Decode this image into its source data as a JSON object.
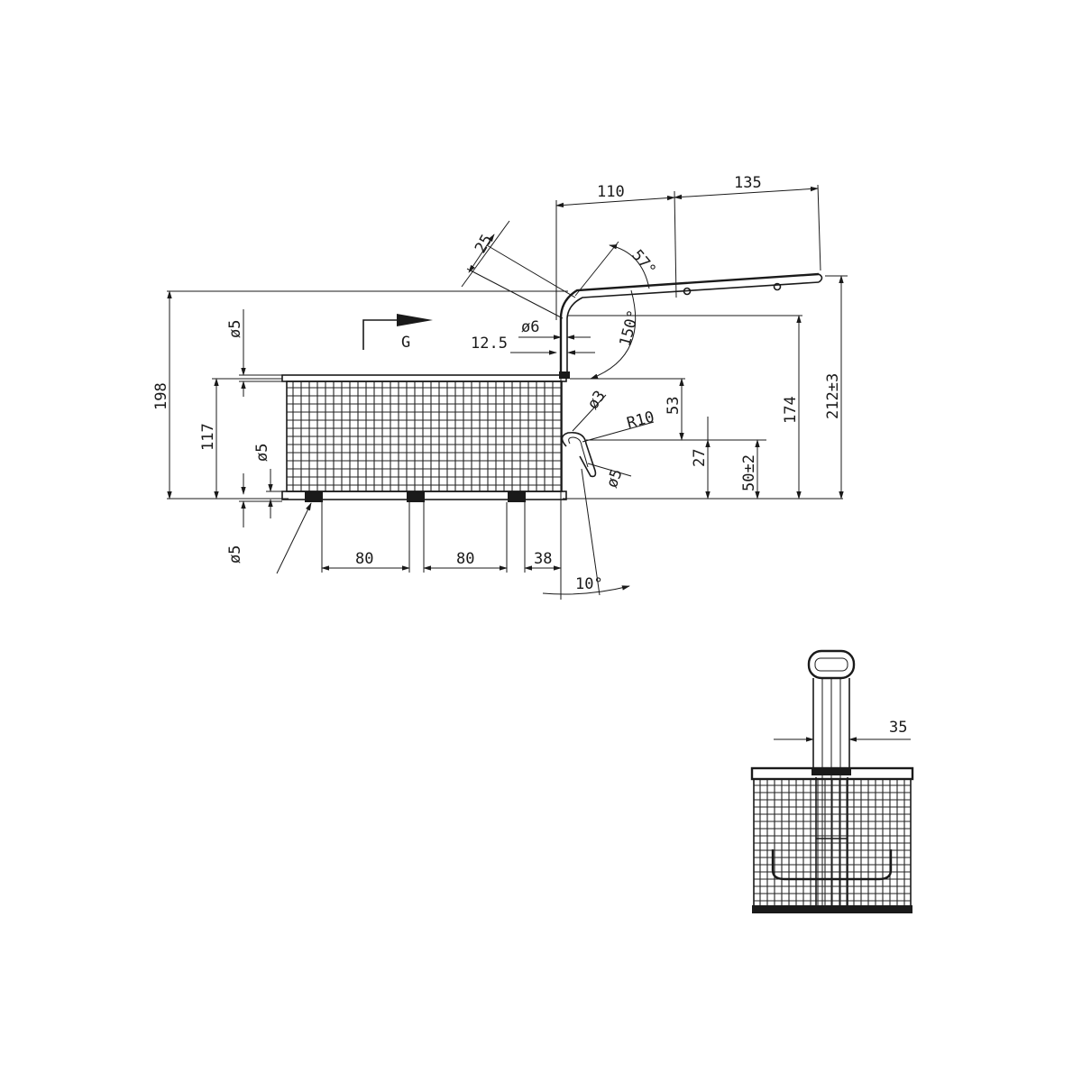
{
  "side_view": {
    "view_arrow_label": "G",
    "dims": {
      "handle_1": "110",
      "handle_2": "135",
      "grip_25": "25",
      "angle_57": "57°",
      "angle_150": "150°",
      "phi6": "ø6",
      "d_12_5": "12.5",
      "phi3": "ø3",
      "r10": "R10",
      "phi5_hook": "ø5",
      "h_53": "53",
      "h_27": "27",
      "h_50": "50±2",
      "h_174": "174",
      "h_212": "212±3",
      "h_198": "198",
      "h_117": "117",
      "phi5_top": "ø5",
      "phi5_mid": "ø5",
      "phi5_bot": "ø5",
      "foot_80a": "80",
      "foot_80b": "80",
      "foot_38": "38",
      "angle_10": "10°"
    }
  },
  "front_view": {
    "dims": {
      "width_35": "35"
    }
  }
}
